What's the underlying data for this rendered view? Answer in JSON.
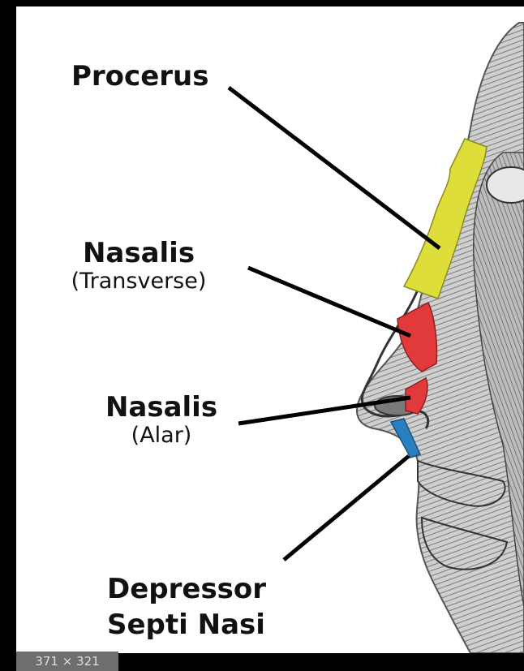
{
  "colors": {
    "procerus": "#dede3a",
    "nasalis_transverse": "#e23a3a",
    "nasalis_alar": "#e23a3a",
    "depressor_septi_nasi": "#2a7fc1"
  },
  "labels": {
    "procerus": "Procerus",
    "nasalis_transverse_title": "Nasalis",
    "nasalis_transverse_sub": "(Transverse)",
    "nasalis_alar_title": "Nasalis",
    "nasalis_alar_sub": "(Alar)",
    "depressor_line1": "Depressor",
    "depressor_line2": "Septi Nasi"
  },
  "image_dimensions_badge": "371 × 321"
}
